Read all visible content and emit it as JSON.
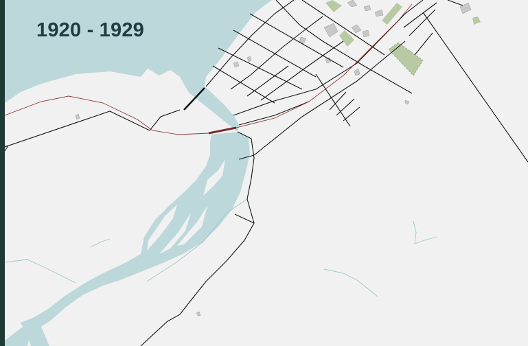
{
  "title": "1920 - 1929",
  "colors": {
    "frame": "#1f3b36",
    "land": "#f1f1f1",
    "water": "#bdd8da",
    "water_line": "#9ec7cb",
    "road": "#141414",
    "railway": "#8a3a3a",
    "bridge": "#8a3a3a",
    "park": "#b8c9a4",
    "building": "#c8c8c8",
    "title_text": "#1f3b44"
  },
  "layers": [
    "water",
    "rivers",
    "parks",
    "buildings",
    "roads",
    "railway",
    "bridges"
  ]
}
